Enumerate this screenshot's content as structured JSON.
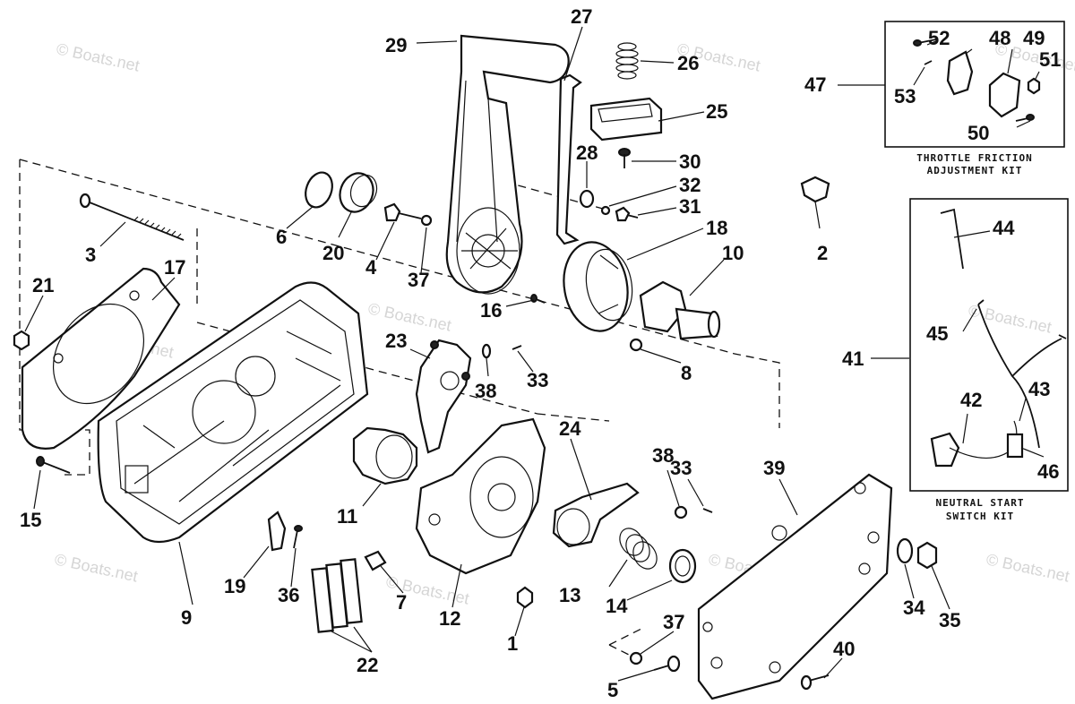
{
  "diagram": {
    "watermark_text": "© Boats.net",
    "callouts": {
      "p1": "1",
      "p2": "2",
      "p3": "3",
      "p4": "4",
      "p5": "5",
      "p6": "6",
      "p7": "7",
      "p8": "8",
      "p9": "9",
      "p10": "10",
      "p11": "11",
      "p12": "12",
      "p13": "13",
      "p14": "14",
      "p15": "15",
      "p16": "16",
      "p17": "17",
      "p18": "18",
      "p19": "19",
      "p20": "20",
      "p21": "21",
      "p22": "22",
      "p23": "23",
      "p24": "24",
      "p25": "25",
      "p26": "26",
      "p27": "27",
      "p28": "28",
      "p29": "29",
      "p30": "30",
      "p31": "31",
      "p32": "32",
      "p33a": "33",
      "p33b": "33",
      "p34": "34",
      "p35": "35",
      "p36": "36",
      "p37a": "37",
      "p37b": "37",
      "p38a": "38",
      "p38b": "38",
      "p39": "39",
      "p40": "40",
      "p41": "41",
      "p42": "42",
      "p43": "43",
      "p44": "44",
      "p45": "45",
      "p46": "46",
      "p47": "47",
      "p48": "48",
      "p49": "49",
      "p50": "50",
      "p51": "51",
      "p52": "52",
      "p53": "53"
    },
    "kits": {
      "throttle_friction": {
        "line1": "THROTTLE FRICTION",
        "line2": "ADJUSTMENT KIT"
      },
      "neutral_start": {
        "line1": "NEUTRAL START",
        "line2": "SWITCH KIT"
      }
    }
  }
}
